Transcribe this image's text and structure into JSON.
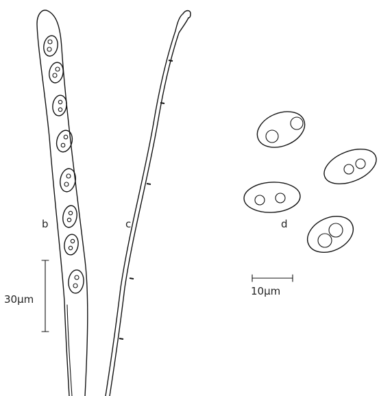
{
  "labels": {
    "ascus": "b",
    "paraphysis": "c",
    "spores": "d"
  },
  "scale_bars": {
    "large": "30µm",
    "small": "10µm"
  }
}
